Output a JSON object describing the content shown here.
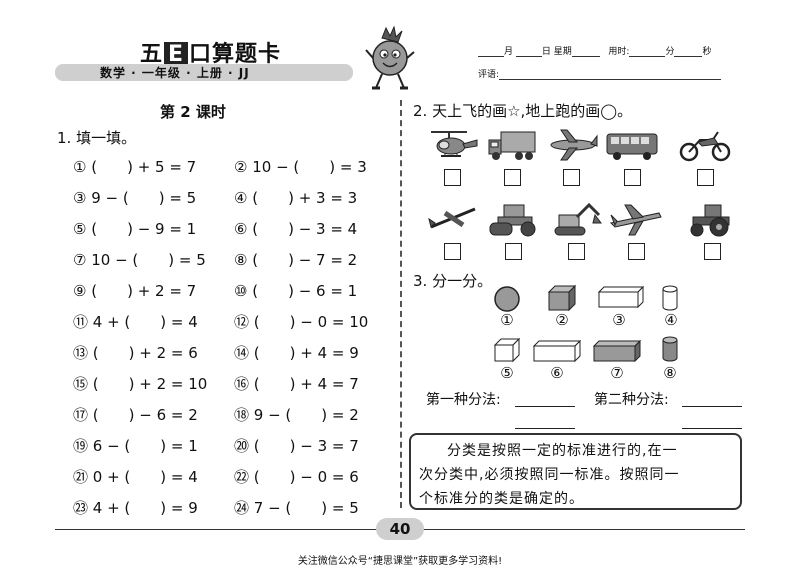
{
  "header": {
    "brand_pre": "五",
    "brand_e": "E",
    "brand_post": "口算题卡",
    "subject_line": "数学 · 一年级 · 上册 · JJ",
    "date_month": "月",
    "date_day": "日",
    "date_weekday": "星期",
    "time_label": "用时:",
    "time_min": "分",
    "time_sec": "秒",
    "comment_label": "评语:"
  },
  "left": {
    "lesson_title": "第 2 课时",
    "q1_title": "1. 填一填。",
    "col1": [
      "① (　　) + 5 = 7",
      "③ 9 − (　　) = 5",
      "⑤ (　　) − 9 = 1",
      "⑦ 10 − (　　) = 5",
      "⑨ (　　) + 2 = 7",
      "⑪ 4 + (　　) = 4",
      "⑬ (　　) + 2 = 6",
      "⑮ (　　) + 2 = 10",
      "⑰ (　　) − 6 = 2",
      "⑲ 6 − (　　) = 1",
      "㉑ 0 + (　　) = 4",
      "㉓ 4 + (　　) = 9"
    ],
    "col2": [
      "② 10 − (　　) = 3",
      "④ (　　) + 3 = 3",
      "⑥ (　　) − 3 = 4",
      "⑧ (　　) − 7 = 2",
      "⑩ (　　) − 6 = 1",
      "⑫ (　　) − 0 = 10",
      "⑭ (　　) + 4 = 9",
      "⑯ (　　) + 4 = 7",
      "⑱ 9 − (　　) = 2",
      "⑳ (　　) − 3 = 7",
      "㉒ (　　) − 0 = 6",
      "㉔ 7 − (　　) = 5"
    ]
  },
  "right": {
    "q2_title": "2. 天上飞的画☆,地上跑的画◯。",
    "row1_icons": [
      "helicopter-icon",
      "truck-icon",
      "airplane-icon",
      "bus-icon",
      "motorcycle-icon"
    ],
    "row2_icons": [
      "glider-icon",
      "road-roller-icon",
      "excavator-icon",
      "jet-icon",
      "tractor-icon"
    ],
    "q3_title": "3. 分一分。",
    "shape_labels_top": [
      "①",
      "②",
      "③",
      "④"
    ],
    "shape_labels_bottom": [
      "⑤",
      "⑥",
      "⑦",
      "⑧"
    ],
    "method1": "第一种分法:",
    "method2": "第二种分法:",
    "note_line1": "分类是按照一定的标准进行的,在一",
    "note_line2": "次分类中,必须按照同一标准。按照同一",
    "note_line3": "个标准分的类是确定的。"
  },
  "footer": {
    "page_number": "40",
    "notice": "关注微信公众号“捷思课堂”获取更多学习资料!"
  }
}
